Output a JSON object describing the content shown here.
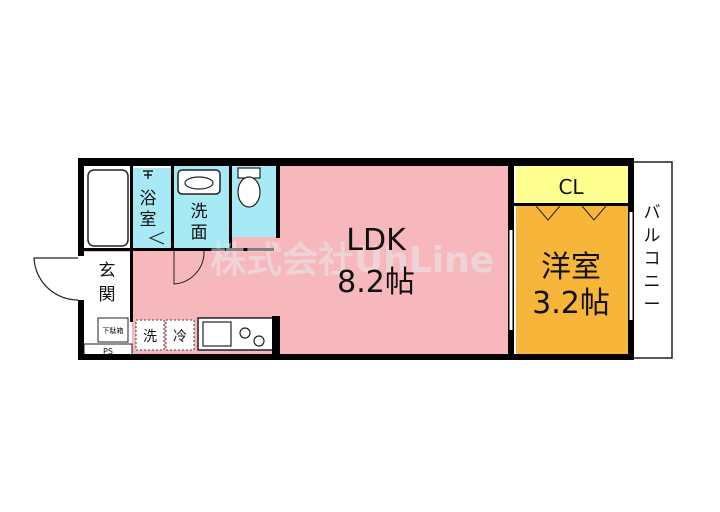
{
  "rooms": {
    "ldk": {
      "name": "LDK",
      "size": "8.2帖",
      "fill": "#f6b7bd"
    },
    "western": {
      "name": "洋室",
      "size": "3.2帖",
      "fill": "#f7b53a"
    },
    "closet": {
      "name": "CL",
      "fill": "#ffff8f"
    },
    "bath": {
      "line1": "浴",
      "line2": "室",
      "fill": "#a7e9f4"
    },
    "washroom": {
      "line1": "洗",
      "line2": "面"
    },
    "entrance": {
      "line1": "玄",
      "line2": "関"
    },
    "balcony": {
      "chars": [
        "バ",
        "ル",
        "コ",
        "ニ",
        "ー"
      ]
    }
  },
  "fixtures": {
    "shoe_box": "下駄箱",
    "laundry": "洗",
    "fridge": "冷",
    "ps": "PS"
  },
  "watermark": "株式会社UhLine",
  "colors": {
    "wall": "#000000",
    "aqua": "#9ee6f2",
    "pink": "#f6b7bd"
  }
}
